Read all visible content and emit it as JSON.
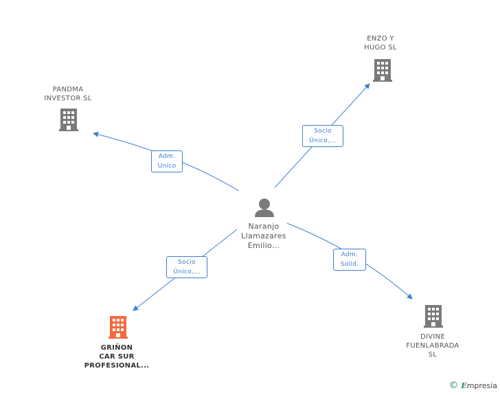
{
  "colors": {
    "edge": "#3b7fd0",
    "company": "#7a7a7a",
    "company_highlight": "#f26a3d",
    "person": "#7a7a7a"
  },
  "center": {
    "name": "Naranjo\nLlamazares\nEmilio..."
  },
  "companies": [
    {
      "id": "enzo",
      "name": "ENZO Y\nHUGO SL",
      "highlight": false
    },
    {
      "id": "pandma",
      "name": "PANDMA\nINVESTOR SL",
      "highlight": false
    },
    {
      "id": "grinon",
      "name": "GRIÑON\nCAR SUR\nPROFESIONAL...",
      "highlight": true
    },
    {
      "id": "divine",
      "name": "DIVINE\nFUENLABRADA\nSL",
      "highlight": false
    }
  ],
  "edges": [
    {
      "to": "enzo",
      "label": "Socio\nÚnico,..."
    },
    {
      "to": "pandma",
      "label": "Adm.\nUnico"
    },
    {
      "to": "grinon",
      "label": "Socio\nÚnico,..."
    },
    {
      "to": "divine",
      "label": "Adm.\nSolid."
    }
  ],
  "brand": {
    "symbol": "©",
    "name": "mpresia",
    "initial": "E"
  }
}
